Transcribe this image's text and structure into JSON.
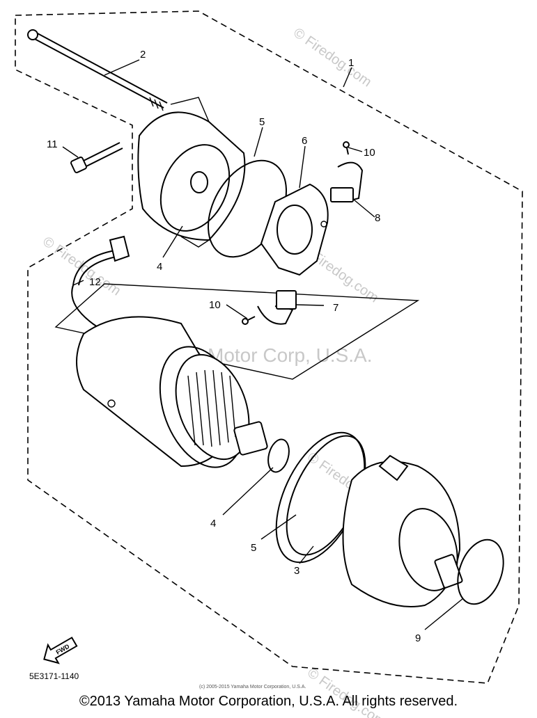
{
  "callouts": {
    "c1": "1",
    "c2": "2",
    "c3": "3",
    "c4a": "4",
    "c4b": "4",
    "c5a": "5",
    "c5b": "5",
    "c6": "6",
    "c7": "7",
    "c8": "8",
    "c9": "9",
    "c10a": "10",
    "c10b": "10",
    "c11": "11",
    "c12": "12"
  },
  "fwd_label": "FWD",
  "part_code": "5E3171-1140",
  "watermarks": {
    "center": "Yamaha Motor Corp, U.S.A.",
    "firedog": "© Firedog.com"
  },
  "small_copyright": "(c) 2005-2015 Yamaha Motor Corporation, U.S.A.",
  "copyright": "©2013 Yamaha Motor Corporation, U.S.A. All rights reserved."
}
